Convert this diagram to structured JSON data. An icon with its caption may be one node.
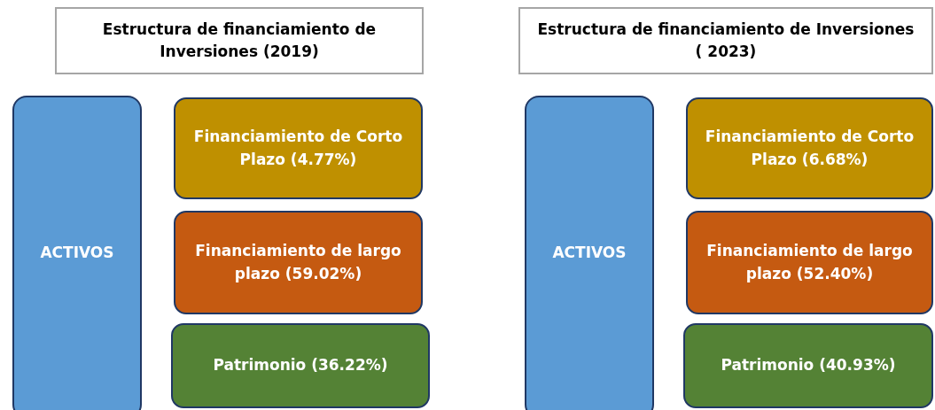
{
  "diagram": {
    "nodes": [
      {
        "text": [
          "Estructura de financiamiento de Inversiones (2019)"
        ]
      },
      {
        "text": [
          "ACTIVOS"
        ]
      },
      {
        "text": [
          "Financiamiento de Corto Plazo (4.77%)"
        ]
      },
      {
        "text": [
          "Financiamiento de largo plazo (59.02%)"
        ]
      },
      {
        "text": [
          "Patrimonio (36.22%)"
        ]
      },
      {
        "text": [
          "Estructura de financiamiento de Inversiones ( 2023)"
        ]
      },
      {
        "text": [
          "ACTIVOS"
        ]
      },
      {
        "text": [
          "Financiamiento de Corto Plazo (6.68%)"
        ]
      },
      {
        "text": [
          "Financiamiento de largo plazo (52.40%)"
        ]
      },
      {
        "text": [
          "Patrimonio (40.93%)"
        ]
      }
    ]
  }
}
